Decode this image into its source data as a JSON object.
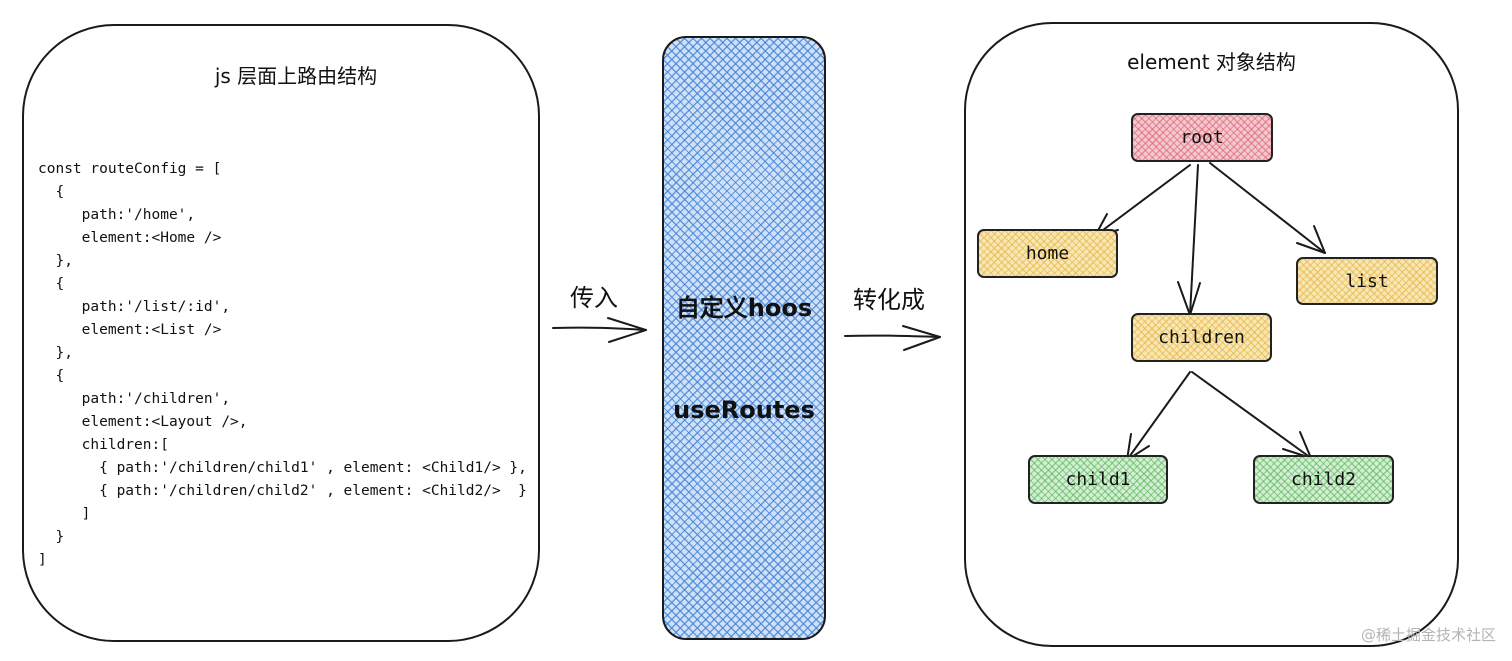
{
  "left_panel": {
    "title": "js 层面上路由结构",
    "code_lines": [
      "const routeConfig = [",
      "  {",
      "     path:'/home',",
      "     element:<Home />",
      "  },",
      "  {",
      "     path:'/list/:id',",
      "     element:<List />",
      "  },",
      "  {",
      "     path:'/children',",
      "     element:<Layout />,",
      "     children:[",
      "       { path:'/children/child1' , element: <Child1/> },",
      "       { path:'/children/child2' , element: <Child2/>  }",
      "     ]",
      "  }",
      "]"
    ]
  },
  "arrow_1": {
    "label": "传入"
  },
  "middle_box": {
    "line1": "自定义hoos",
    "line2": "useRoutes",
    "color": "#4080d6"
  },
  "arrow_2": {
    "label": "转化成"
  },
  "right_panel": {
    "title": "element 对象结构",
    "nodes": {
      "root": "root",
      "home": "home",
      "list": "list",
      "children": "children",
      "child1": "child1",
      "child2": "child2"
    },
    "colors": {
      "root": "#e06070",
      "level1": "#e6b43c",
      "level2": "#5ab45a"
    }
  },
  "watermark": "@稀土掘金技术社区"
}
